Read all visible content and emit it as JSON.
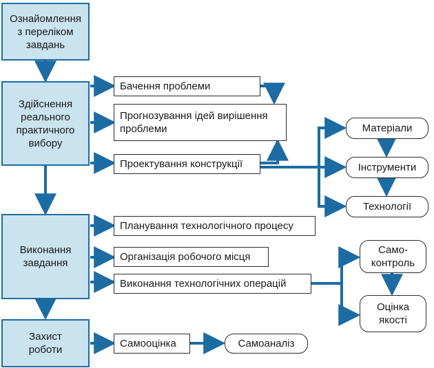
{
  "stages": {
    "s1": "Ознайомлення\nз переліком\nзавдань",
    "s2": "Здійснення\nреального\nпрактичного\nвибору",
    "s3": "Виконання\nзавдання",
    "s4": "Захист\nроботи"
  },
  "steps": {
    "vision": "Бачення проблеми",
    "forecast": "Прогнозування ідей вирішення\nпроблеми",
    "design": "Проектування конструкції",
    "planning": "Планування технологічного процесу",
    "workplace": "Організація робочого місця",
    "operations": "Виконання технологічних операцій",
    "self_eval": "Самооцінка"
  },
  "ovals": {
    "materials": "Матеріали",
    "tools": "Інструменти",
    "tech": "Технології",
    "self_control": "Само-\nконтроль",
    "quality": "Оцінка\nякості",
    "self_analysis": "Самоаналіз"
  },
  "colors": {
    "stage_fill": "#c9e3ef",
    "stage_border": "#1c6ca3",
    "arrow": "#1c6ca3"
  }
}
